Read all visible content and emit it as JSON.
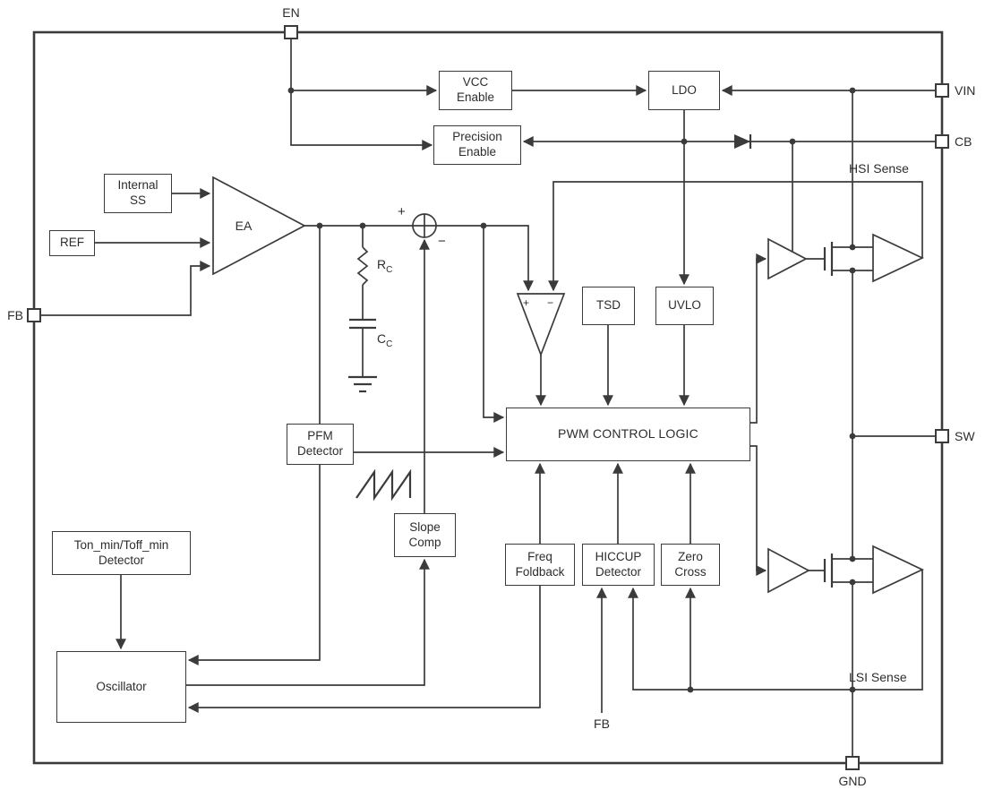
{
  "pins": {
    "en": "EN",
    "vin": "VIN",
    "cb": "CB",
    "sw": "SW",
    "gnd": "GND",
    "fb": "FB",
    "fb_bottom": "FB"
  },
  "blocks": {
    "vcc_enable": "VCC\nEnable",
    "ldo": "LDO",
    "precision_enable": "Precision\nEnable",
    "internal_ss": "Internal\nSS",
    "ref": "REF",
    "pfm_detector": "PFM\nDetector",
    "tsd": "TSD",
    "uvlo": "UVLO",
    "pwm_control_logic": "PWM CONTROL LOGIC",
    "slope_comp": "Slope\nComp",
    "freq_foldback": "Freq\nFoldback",
    "hiccup_detector": "HICCUP\nDetector",
    "zero_cross": "Zero\nCross",
    "ton_toff_detector": "Ton_min/Toff_min\nDetector",
    "oscillator": "Oscillator"
  },
  "labels": {
    "ea": "EA",
    "hsi_sense": "HSI Sense",
    "lsi_sense": "LSI Sense",
    "sum_plus": "+",
    "sum_minus": "−",
    "comp_plus": "+",
    "comp_minus": "−",
    "r_comp": {
      "name": "R",
      "sub": "C"
    },
    "c_comp": {
      "name": "C",
      "sub": "C"
    }
  },
  "colors": {
    "line": "#3b3b3b",
    "text": "#2d2d2d",
    "background": "#ffffff"
  }
}
